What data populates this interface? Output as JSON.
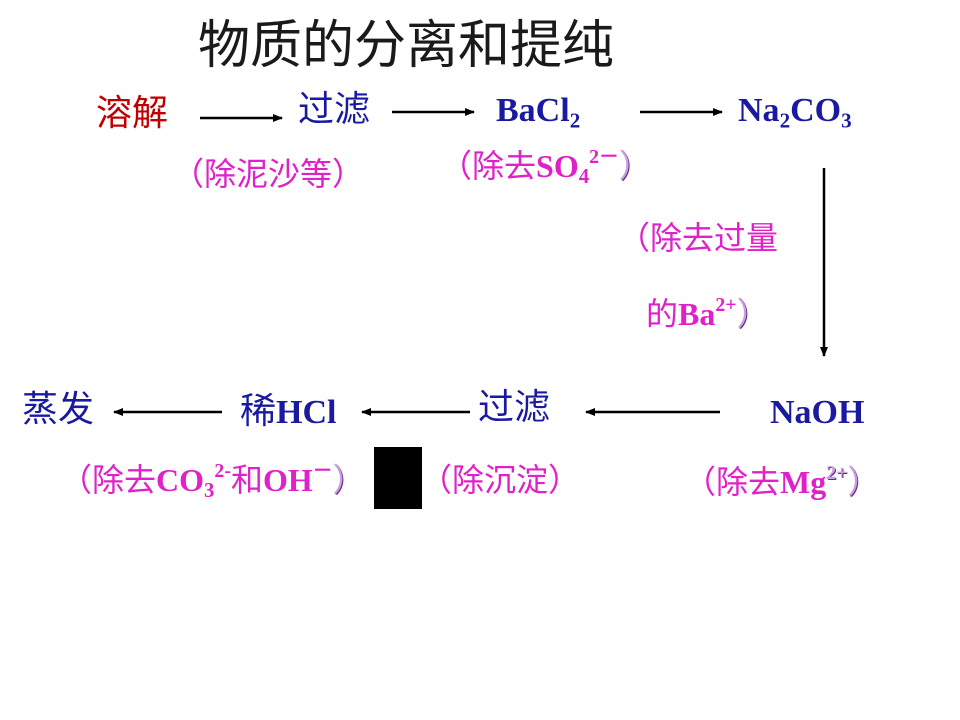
{
  "title": "物质的分离和提纯",
  "steps": {
    "dissolve": "溶解",
    "filter1": "过滤",
    "bacl2": {
      "base": "BaCl",
      "sub": "2"
    },
    "na2co3": {
      "a": "Na",
      "sub": "2",
      "b": "CO",
      "sub2": "3"
    },
    "naoh": "NaOH",
    "filter2": "过滤",
    "hcl": {
      "cn": "稀",
      "formula": "HCl"
    },
    "evaporate": "蒸发"
  },
  "notes": {
    "mud": "（除泥沙等）",
    "so4": {
      "prefix": "（除去",
      "formula": "SO",
      "sub": "4",
      "sup": "2－",
      "suffix": "）"
    },
    "excess_ba_line1": "（除去过量",
    "excess_ba_line2": {
      "prefix": "的",
      "formula": "Ba",
      "sup": "2+",
      "suffix": "）"
    },
    "mg": {
      "prefix": "（除去",
      "formula": "Mg",
      "sup": "2+",
      "suffix": "）"
    },
    "precipitate": "（除沉淀）",
    "co3_oh": {
      "prefix": "（除去",
      "formula": "CO",
      "sub": "3",
      "sup": "2-",
      "mid": "和",
      "formula2": "OH",
      "sup2": "－",
      "suffix": "）"
    }
  },
  "colors": {
    "dissolve": "#c00000",
    "step_blue": "#1a1aa0",
    "note_pink": "#e020c8",
    "title": "#1a1a1a"
  }
}
